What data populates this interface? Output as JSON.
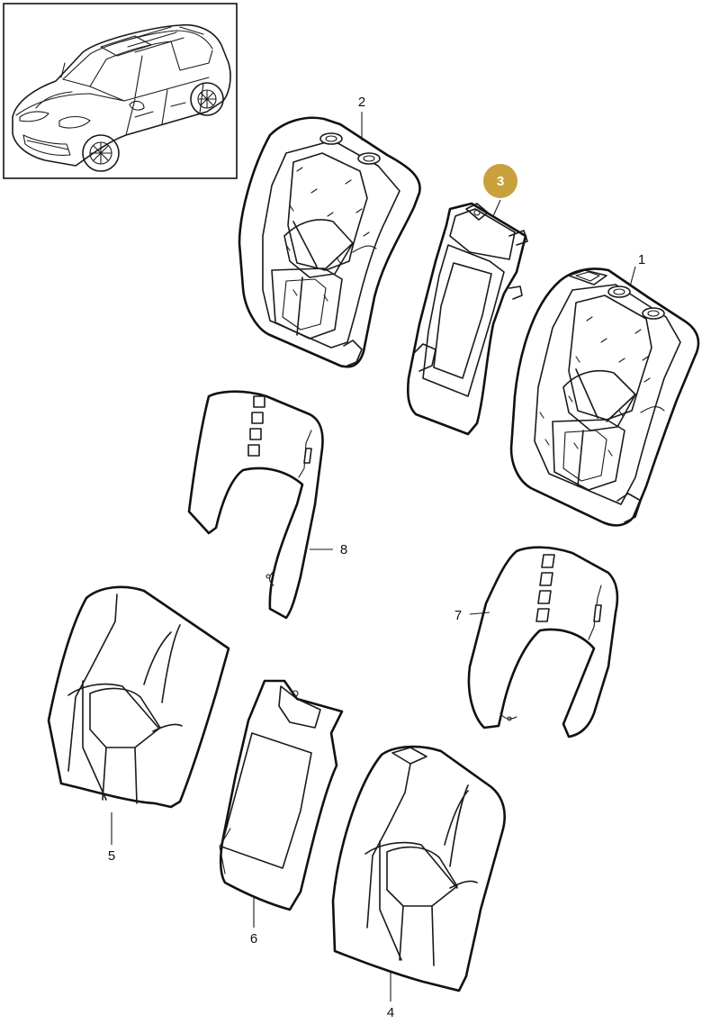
{
  "callouts": [
    {
      "id": "c1",
      "label": "1"
    },
    {
      "id": "c2",
      "label": "2"
    },
    {
      "id": "c3",
      "label": "3",
      "highlighted": true
    },
    {
      "id": "c4",
      "label": "4"
    },
    {
      "id": "c5",
      "label": "5"
    },
    {
      "id": "c6",
      "label": "6"
    },
    {
      "id": "c7",
      "label": "7"
    },
    {
      "id": "c8",
      "label": "8"
    }
  ],
  "colors": {
    "highlight": "#C8A03C",
    "line": "#1a1a1a",
    "background": "#ffffff"
  }
}
